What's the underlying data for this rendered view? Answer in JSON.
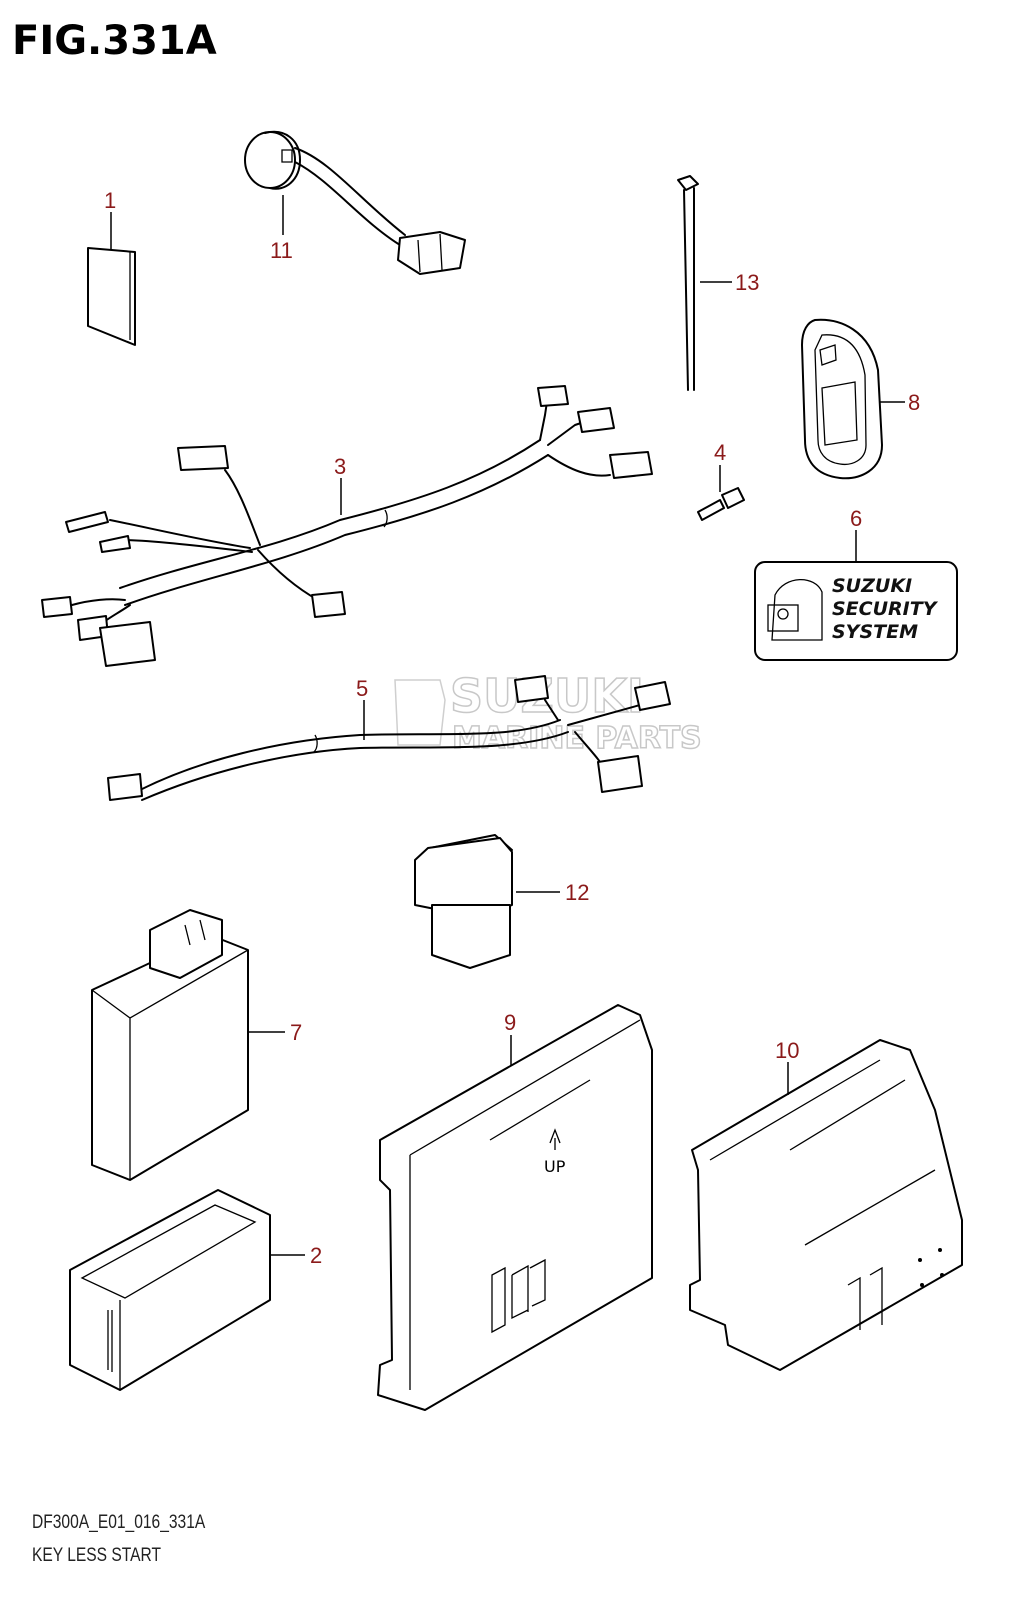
{
  "figure": {
    "title": "FIG.331A",
    "code": "DF300A_E01_016_331A",
    "caption": "KEY LESS START"
  },
  "callouts": [
    "1",
    "11",
    "13",
    "3",
    "8",
    "4",
    "6",
    "5",
    "12",
    "7",
    "9",
    "10",
    "2"
  ],
  "label_plate": {
    "line1": "SUZUKI",
    "line2": "SECURITY",
    "line3": "SYSTEM"
  },
  "ecu_marking": "UP",
  "watermark": {
    "line1": "SUZUKI",
    "line2": "MARINE PARTS"
  },
  "colors": {
    "callout": "#8b1a1a",
    "line": "#000000",
    "watermark": "#c8c8c8"
  }
}
